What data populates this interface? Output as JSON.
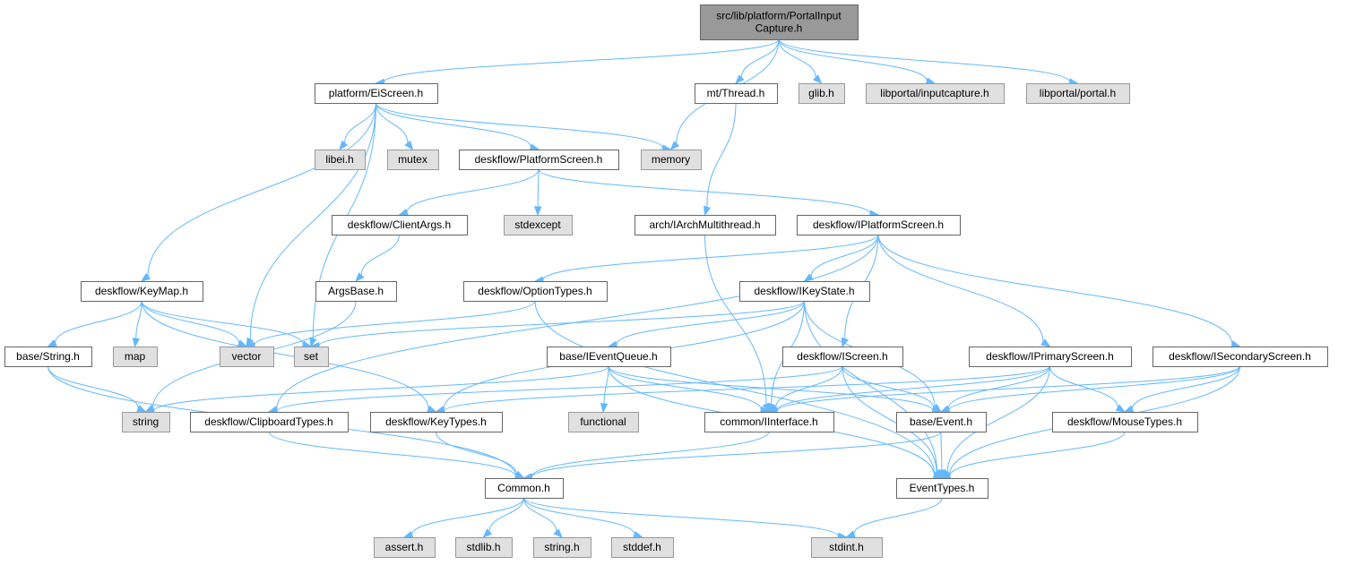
{
  "colors": {
    "root_fill": "#999999",
    "node_fill": "#ffffff",
    "system_fill": "#e0e0e0",
    "edge": "#63b8ff",
    "border": "#666666"
  },
  "nodes": [
    {
      "id": "root",
      "label": [
        "src/lib/platform/PortalInput",
        "Capture.h"
      ],
      "kind": "root"
    },
    {
      "id": "eiscreen",
      "label": [
        "platform/EiScreen.h"
      ],
      "kind": "normal"
    },
    {
      "id": "memory",
      "label": [
        "memory"
      ],
      "kind": "system"
    },
    {
      "id": "thread",
      "label": [
        "mt/Thread.h"
      ],
      "kind": "normal"
    },
    {
      "id": "glib",
      "label": [
        "glib.h"
      ],
      "kind": "system"
    },
    {
      "id": "inputcapture",
      "label": [
        "libportal/inputcapture.h"
      ],
      "kind": "system"
    },
    {
      "id": "portal",
      "label": [
        "libportal/portal.h"
      ],
      "kind": "system"
    },
    {
      "id": "libei",
      "label": [
        "libei.h"
      ],
      "kind": "system"
    },
    {
      "id": "mutex",
      "label": [
        "mutex"
      ],
      "kind": "system"
    },
    {
      "id": "platformscreen",
      "label": [
        "deskflow/PlatformScreen.h"
      ],
      "kind": "normal"
    },
    {
      "id": "clientargs",
      "label": [
        "deskflow/ClientArgs.h"
      ],
      "kind": "normal"
    },
    {
      "id": "stdexcept",
      "label": [
        "stdexcept"
      ],
      "kind": "system"
    },
    {
      "id": "iarchmt",
      "label": [
        "arch/IArchMultithread.h"
      ],
      "kind": "normal"
    },
    {
      "id": "iplatformscreen",
      "label": [
        "deskflow/IPlatformScreen.h"
      ],
      "kind": "normal"
    },
    {
      "id": "keymap",
      "label": [
        "deskflow/KeyMap.h"
      ],
      "kind": "normal"
    },
    {
      "id": "argsbase",
      "label": [
        "ArgsBase.h"
      ],
      "kind": "normal"
    },
    {
      "id": "optiontypes",
      "label": [
        "deskflow/OptionTypes.h"
      ],
      "kind": "normal"
    },
    {
      "id": "ikeystate",
      "label": [
        "deskflow/IKeyState.h"
      ],
      "kind": "normal"
    },
    {
      "id": "string_h",
      "label": [
        "base/String.h"
      ],
      "kind": "normal"
    },
    {
      "id": "map",
      "label": [
        "map"
      ],
      "kind": "system"
    },
    {
      "id": "vector",
      "label": [
        "vector"
      ],
      "kind": "system"
    },
    {
      "id": "set",
      "label": [
        "set"
      ],
      "kind": "system"
    },
    {
      "id": "ieventqueue",
      "label": [
        "base/IEventQueue.h"
      ],
      "kind": "normal"
    },
    {
      "id": "iscreen",
      "label": [
        "deskflow/IScreen.h"
      ],
      "kind": "normal"
    },
    {
      "id": "iprimary",
      "label": [
        "deskflow/IPrimaryScreen.h"
      ],
      "kind": "normal"
    },
    {
      "id": "isecondary",
      "label": [
        "deskflow/ISecondaryScreen.h"
      ],
      "kind": "normal"
    },
    {
      "id": "string",
      "label": [
        "string"
      ],
      "kind": "system"
    },
    {
      "id": "clipboardtypes",
      "label": [
        "deskflow/ClipboardTypes.h"
      ],
      "kind": "normal"
    },
    {
      "id": "keytypes",
      "label": [
        "deskflow/KeyTypes.h"
      ],
      "kind": "normal"
    },
    {
      "id": "functional",
      "label": [
        "functional"
      ],
      "kind": "system"
    },
    {
      "id": "iinterface",
      "label": [
        "common/IInterface.h"
      ],
      "kind": "normal"
    },
    {
      "id": "event",
      "label": [
        "base/Event.h"
      ],
      "kind": "normal"
    },
    {
      "id": "mousetypes",
      "label": [
        "deskflow/MouseTypes.h"
      ],
      "kind": "normal"
    },
    {
      "id": "common",
      "label": [
        "Common.h"
      ],
      "kind": "normal"
    },
    {
      "id": "eventtypes",
      "label": [
        "EventTypes.h"
      ],
      "kind": "normal"
    },
    {
      "id": "assert",
      "label": [
        "assert.h"
      ],
      "kind": "system"
    },
    {
      "id": "stdlib",
      "label": [
        "stdlib.h"
      ],
      "kind": "system"
    },
    {
      "id": "string_c",
      "label": [
        "string.h"
      ],
      "kind": "system"
    },
    {
      "id": "stddef",
      "label": [
        "stddef.h"
      ],
      "kind": "system"
    },
    {
      "id": "stdint",
      "label": [
        "stdint.h"
      ],
      "kind": "system"
    }
  ],
  "edges": [
    [
      "root",
      "eiscreen"
    ],
    [
      "root",
      "memory"
    ],
    [
      "root",
      "thread"
    ],
    [
      "root",
      "glib"
    ],
    [
      "root",
      "inputcapture"
    ],
    [
      "root",
      "portal"
    ],
    [
      "eiscreen",
      "libei"
    ],
    [
      "eiscreen",
      "mutex"
    ],
    [
      "eiscreen",
      "platformscreen"
    ],
    [
      "eiscreen",
      "memory"
    ],
    [
      "eiscreen",
      "keymap"
    ],
    [
      "eiscreen",
      "vector"
    ],
    [
      "eiscreen",
      "set"
    ],
    [
      "thread",
      "iarchmt"
    ],
    [
      "platformscreen",
      "clientargs"
    ],
    [
      "platformscreen",
      "stdexcept"
    ],
    [
      "platformscreen",
      "iplatformscreen"
    ],
    [
      "clientargs",
      "argsbase"
    ],
    [
      "argsbase",
      "string"
    ],
    [
      "iarchmt",
      "iinterface"
    ],
    [
      "iplatformscreen",
      "optiontypes"
    ],
    [
      "iplatformscreen",
      "ikeystate"
    ],
    [
      "iplatformscreen",
      "iscreen"
    ],
    [
      "iplatformscreen",
      "iprimary"
    ],
    [
      "iplatformscreen",
      "isecondary"
    ],
    [
      "iplatformscreen",
      "clipboardtypes"
    ],
    [
      "keymap",
      "string_h"
    ],
    [
      "keymap",
      "map"
    ],
    [
      "keymap",
      "vector"
    ],
    [
      "keymap",
      "set"
    ],
    [
      "keymap",
      "keytypes"
    ],
    [
      "optiontypes",
      "vector"
    ],
    [
      "optiontypes",
      "eventtypes"
    ],
    [
      "ikeystate",
      "set"
    ],
    [
      "ikeystate",
      "ieventqueue"
    ],
    [
      "ikeystate",
      "keytypes"
    ],
    [
      "ikeystate",
      "iinterface"
    ],
    [
      "ikeystate",
      "event"
    ],
    [
      "ikeystate",
      "eventtypes"
    ],
    [
      "string_h",
      "string"
    ],
    [
      "string_h",
      "common"
    ],
    [
      "ieventqueue",
      "string"
    ],
    [
      "ieventqueue",
      "functional"
    ],
    [
      "ieventqueue",
      "iinterface"
    ],
    [
      "ieventqueue",
      "event"
    ],
    [
      "ieventqueue",
      "eventtypes"
    ],
    [
      "iscreen",
      "clipboardtypes"
    ],
    [
      "iscreen",
      "iinterface"
    ],
    [
      "iscreen",
      "event"
    ],
    [
      "iscreen",
      "eventtypes"
    ],
    [
      "iprimary",
      "keytypes"
    ],
    [
      "iprimary",
      "iinterface"
    ],
    [
      "iprimary",
      "event"
    ],
    [
      "iprimary",
      "mousetypes"
    ],
    [
      "iprimary",
      "eventtypes"
    ],
    [
      "isecondary",
      "iinterface"
    ],
    [
      "isecondary",
      "event"
    ],
    [
      "isecondary",
      "mousetypes"
    ],
    [
      "isecondary",
      "eventtypes"
    ],
    [
      "clipboardtypes",
      "common"
    ],
    [
      "keytypes",
      "common"
    ],
    [
      "iinterface",
      "common"
    ],
    [
      "event",
      "common"
    ],
    [
      "event",
      "eventtypes"
    ],
    [
      "mousetypes",
      "eventtypes"
    ],
    [
      "common",
      "assert"
    ],
    [
      "common",
      "stdlib"
    ],
    [
      "common",
      "string_c"
    ],
    [
      "common",
      "stddef"
    ],
    [
      "common",
      "stdint"
    ],
    [
      "eventtypes",
      "stdint"
    ]
  ]
}
